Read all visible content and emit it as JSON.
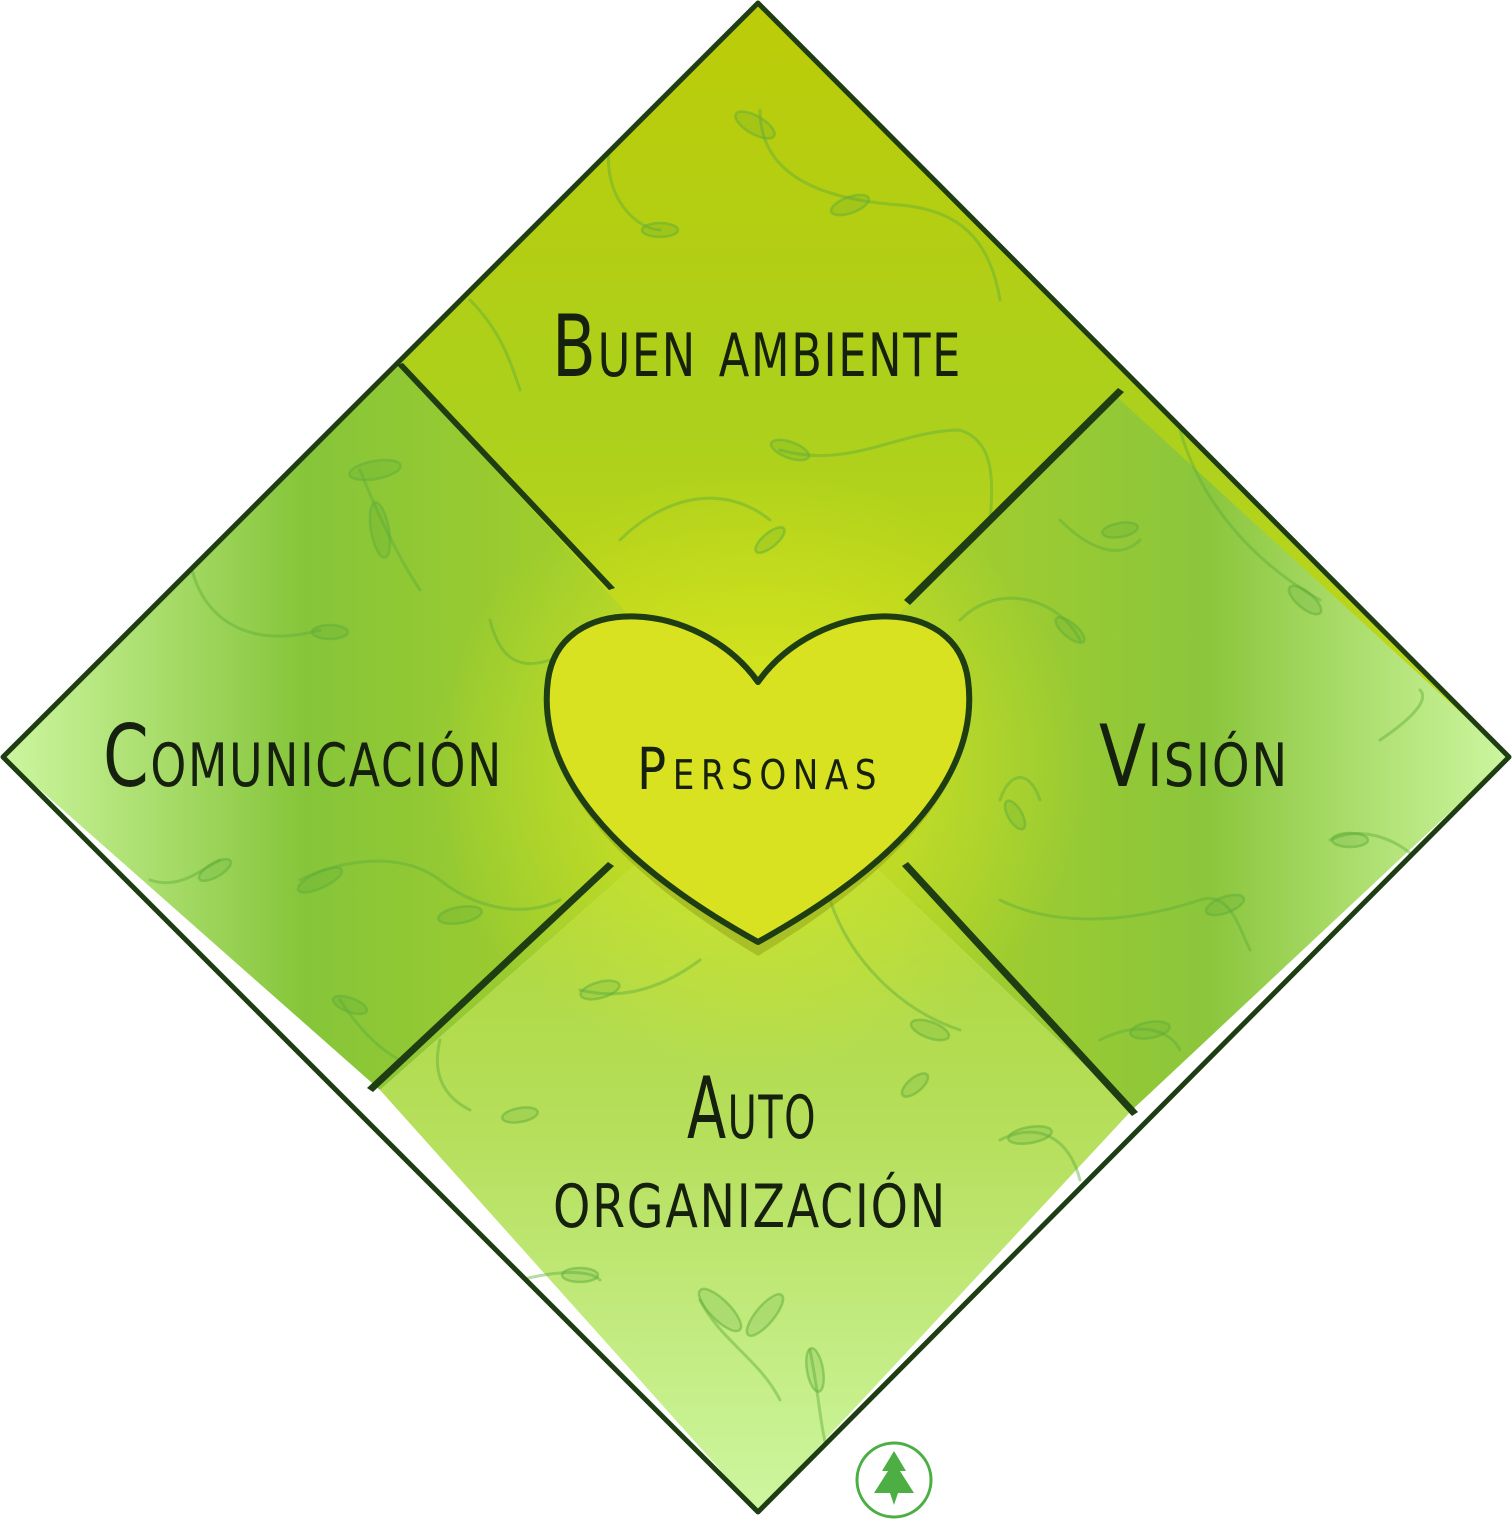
{
  "diagram": {
    "center": {
      "label": "Personas",
      "icon": "heart-icon"
    },
    "quadrants": {
      "top": "Buen ambiente",
      "left": "Comunicación",
      "right": "Visión",
      "bottom_line1": "Auto",
      "bottom_line2": "organización"
    },
    "logo": {
      "icon": "tree-icon"
    },
    "colors": {
      "dark_green": "#1f3d12",
      "lime": "#bacc0a",
      "mid_green": "#88c43a",
      "pale_green": "#cdf6a0",
      "heart_fill": "#d8e220",
      "text": "#16200e",
      "logo_green": "#4cae43"
    }
  }
}
